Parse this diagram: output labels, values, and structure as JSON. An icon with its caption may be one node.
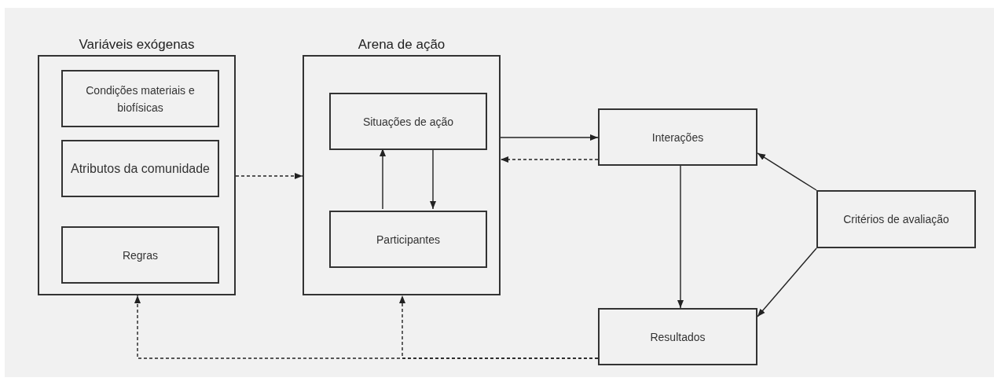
{
  "diagram": {
    "nodes": [
      {
        "text": [
          "Variáveis exógenas"
        ]
      },
      {
        "text": [
          "Condições materiais e biofísicas"
        ],
        "in": 0
      },
      {
        "text": [
          "Atributos da comunidade"
        ],
        "in": 0
      },
      {
        "text": [
          "Regras"
        ],
        "in": 0
      },
      {
        "text": [
          "Arena de ação"
        ]
      },
      {
        "text": [
          "Situações de ação"
        ],
        "in": 4
      },
      {
        "text": [
          "Participantes"
        ],
        "in": 4
      },
      {
        "text": [
          "Interações"
        ]
      },
      {
        "text": [
          "Resultados"
        ]
      },
      {
        "text": [
          "Critérios de avaliação"
        ]
      }
    ],
    "edges": [
      {
        "from": 0,
        "to": 4,
        "arrow": "to",
        "style": "dashed"
      },
      {
        "from": 6,
        "to": 5,
        "arrow": "to"
      },
      {
        "from": 5,
        "to": 6,
        "arrow": "to"
      },
      {
        "from": 4,
        "to": 7,
        "arrow": "to"
      },
      {
        "from": 7,
        "to": 4,
        "arrow": "to",
        "style": "dashed"
      },
      {
        "from": 7,
        "to": 8,
        "arrow": "to"
      },
      {
        "from": 9,
        "to": 7,
        "arrow": "to"
      },
      {
        "from": 9,
        "to": 8,
        "arrow": "to"
      },
      {
        "from": 8,
        "to": 0,
        "arrow": "to",
        "style": "dashed"
      },
      {
        "from": 8,
        "to": 4,
        "arrow": "to",
        "style": "dashed"
      }
    ]
  }
}
